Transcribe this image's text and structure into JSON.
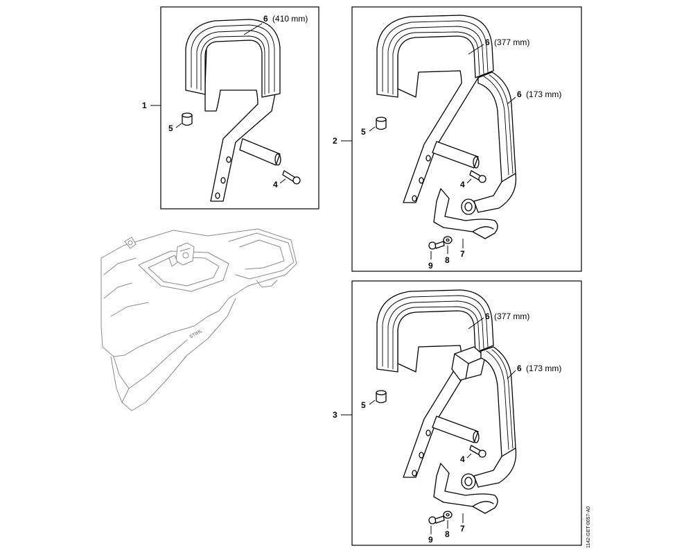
{
  "panels": [
    {
      "index": "1",
      "callouts": [
        {
          "num": "6",
          "dim": "(410 mm)"
        },
        {
          "num": "5",
          "dim": ""
        },
        {
          "num": "4",
          "dim": ""
        }
      ]
    },
    {
      "index": "2",
      "callouts": [
        {
          "num": "6",
          "dim": "(377 mm)"
        },
        {
          "num": "6",
          "dim": "(173 mm)"
        },
        {
          "num": "5",
          "dim": ""
        },
        {
          "num": "4",
          "dim": ""
        },
        {
          "num": "9",
          "dim": ""
        },
        {
          "num": "8",
          "dim": ""
        },
        {
          "num": "7",
          "dim": ""
        }
      ]
    },
    {
      "index": "3",
      "callouts": [
        {
          "num": "6",
          "dim": "(377 mm)"
        },
        {
          "num": "6",
          "dim": "(173 mm)"
        },
        {
          "num": "5",
          "dim": ""
        },
        {
          "num": "4",
          "dim": ""
        },
        {
          "num": "9",
          "dim": ""
        },
        {
          "num": "8",
          "dim": ""
        },
        {
          "num": "7",
          "dim": ""
        }
      ]
    }
  ],
  "drawing_code": "1142-GET-0057-A0",
  "brand_mark": "STIHL"
}
